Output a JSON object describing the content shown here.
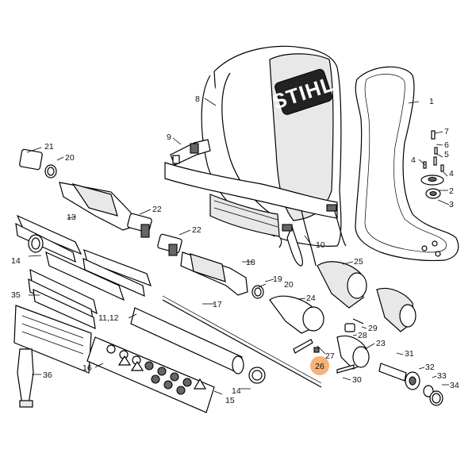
{
  "diagram": {
    "brand_text": "STIHL",
    "highlighted_callout": "26",
    "highlight_color": "#f6b27a",
    "callouts": [
      {
        "id": "c1",
        "text": "1"
      },
      {
        "id": "c2",
        "text": "2"
      },
      {
        "id": "c3",
        "text": "3"
      },
      {
        "id": "c4a",
        "text": "4"
      },
      {
        "id": "c4b",
        "text": "4"
      },
      {
        "id": "c5",
        "text": "5"
      },
      {
        "id": "c6",
        "text": "6"
      },
      {
        "id": "c7",
        "text": "7"
      },
      {
        "id": "c8",
        "text": "8"
      },
      {
        "id": "c9",
        "text": "9"
      },
      {
        "id": "c10",
        "text": "10"
      },
      {
        "id": "c13",
        "text": "13"
      },
      {
        "id": "c14a",
        "text": "14"
      },
      {
        "id": "c14b",
        "text": "14"
      },
      {
        "id": "c15",
        "text": "15"
      },
      {
        "id": "c16",
        "text": "16"
      },
      {
        "id": "c17",
        "text": "17"
      },
      {
        "id": "c18",
        "text": "18"
      },
      {
        "id": "c19",
        "text": "19"
      },
      {
        "id": "c20a",
        "text": "20"
      },
      {
        "id": "c20b",
        "text": "20"
      },
      {
        "id": "c21",
        "text": "21"
      },
      {
        "id": "c22a",
        "text": "22"
      },
      {
        "id": "c22b",
        "text": "22"
      },
      {
        "id": "c23",
        "text": "23"
      },
      {
        "id": "c24",
        "text": "24"
      },
      {
        "id": "c25",
        "text": "25"
      },
      {
        "id": "c26",
        "text": "26"
      },
      {
        "id": "c27",
        "text": "27"
      },
      {
        "id": "c28",
        "text": "28"
      },
      {
        "id": "c29",
        "text": "29"
      },
      {
        "id": "c30",
        "text": "30"
      },
      {
        "id": "c31",
        "text": "31"
      },
      {
        "id": "c32",
        "text": "32"
      },
      {
        "id": "c33",
        "text": "33"
      },
      {
        "id": "c34",
        "text": "34"
      },
      {
        "id": "c35",
        "text": "35"
      },
      {
        "id": "c36",
        "text": "36"
      },
      {
        "id": "c1112",
        "text": "11,12"
      }
    ]
  }
}
